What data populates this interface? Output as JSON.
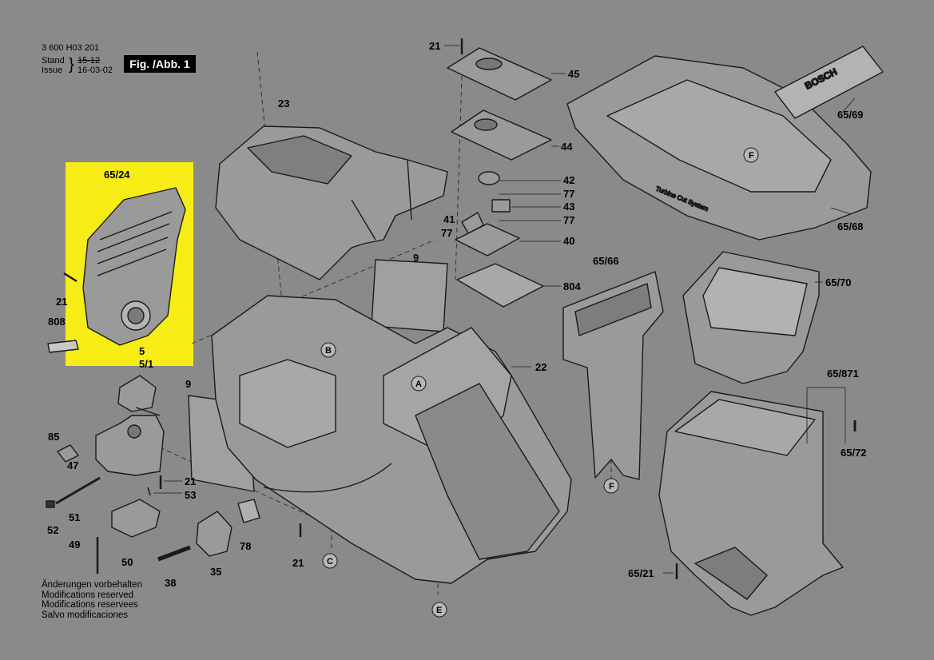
{
  "header": {
    "doc_number": "3 600 H03 201",
    "stand_label": "Stand",
    "stand_value": "15-12",
    "issue_label": "Issue",
    "issue_value": "16-03-02",
    "figure_label": "Fig. /Abb. 1"
  },
  "notes": [
    "Änderungen vorbehalten",
    "Modifications reserved",
    "Modifications reservees",
    "Salvo modificaciones"
  ],
  "colors": {
    "background": "#8a8a8a",
    "highlight": "#f6ec16",
    "part_fill": "#9a9a9a",
    "outline": "#1a1a1a"
  },
  "brand_text": "BOSCH",
  "product_text": "Turbine Cut System",
  "view_letters": [
    "A",
    "B",
    "C",
    "E",
    "F",
    "F"
  ],
  "part_labels": {
    "p21_top": "21",
    "p45": "45",
    "p44": "44",
    "p23": "23",
    "p65_24": "65/24",
    "p42": "42",
    "p77a": "77",
    "p43": "43",
    "p41": "41",
    "p77b": "77",
    "p77c": "77",
    "p40": "40",
    "p9a": "9",
    "p804": "804",
    "p65_66": "65/66",
    "p65_69": "65/69",
    "p65_68": "65/68",
    "p65_70": "65/70",
    "p21_left": "21",
    "p808": "808",
    "p5": "5",
    "p5_1": "5/1",
    "p9b": "9",
    "p22": "22",
    "p65_871": "65/871",
    "p85": "85",
    "p47": "47",
    "p21_mid": "21",
    "p53": "53",
    "p51": "51",
    "p52": "52",
    "p78": "78",
    "p49": "49",
    "p50": "50",
    "p38": "38",
    "p35": "35",
    "p21_bot": "21",
    "p65_72": "65/72",
    "p65_21": "65/21"
  }
}
